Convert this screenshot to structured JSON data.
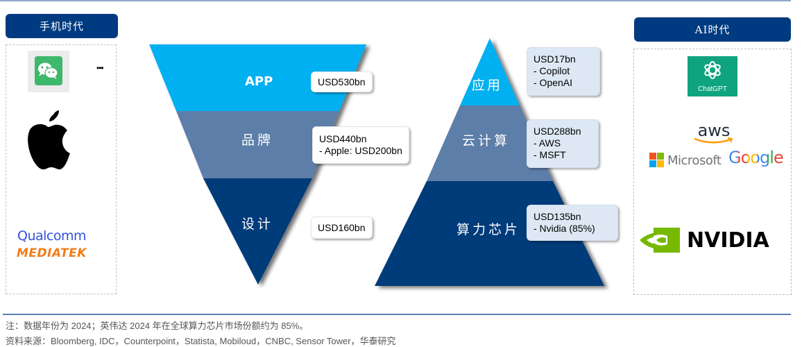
{
  "left_panel": {
    "header": "手机时代",
    "more_indicator": "•••",
    "logos": {
      "wechat": "wechat-logo",
      "apple": "apple-logo",
      "qualcomm": "Qualcomm",
      "mediatek": "MEDIATEK"
    }
  },
  "right_panel": {
    "header": "AI时代",
    "logos": {
      "chatgpt": "ChatGPT",
      "aws": "aws",
      "microsoft": "Microsoft",
      "google": "Google",
      "nvidia": "NVIDIA"
    }
  },
  "funnel": {
    "tiers": [
      {
        "label": "APP",
        "value": "USD530bn",
        "detail": ""
      },
      {
        "label": "品牌",
        "value": "USD440bn",
        "detail": "- Apple: USD200bn"
      },
      {
        "label": "设计",
        "value": "USD160bn",
        "detail": ""
      }
    ]
  },
  "pyramid": {
    "tiers": [
      {
        "label": "应用",
        "value": "USD17bn",
        "details": [
          "- Copilot",
          "- OpenAI"
        ]
      },
      {
        "label": "云计算",
        "value": "USD288bn",
        "details": [
          "- AWS",
          "- MSFT"
        ]
      },
      {
        "label": "算力芯片",
        "value": "USD135bn",
        "details": [
          "- Nvidia (85%)"
        ]
      }
    ]
  },
  "colors": {
    "tier_top": "#00b0f0",
    "tier_mid": "#5b7ea8",
    "tier_bottom": "#003a7a",
    "header_bg": "#003a80"
  },
  "footer": {
    "note": "注：数据年份为 2024；英伟达 2024 年在全球算力芯片市场份额约为 85%。",
    "source": "资料来源：Bloomberg, IDC，Counterpoint，Statista, Mobiloud，CNBC, Sensor Tower，华泰研究"
  }
}
